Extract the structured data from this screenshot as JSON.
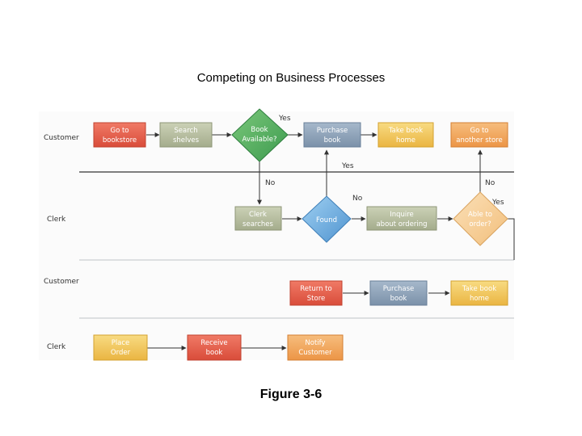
{
  "title": "Competing on Business Processes",
  "caption": "Figure 3-6",
  "colors": {
    "red": "#e8614f",
    "green": "#b6bda0",
    "gray_blue": "#8ea3ba",
    "yellow": "#f2c85c",
    "orange": "#f1a65a",
    "blue": "#6aa9dd",
    "lane_line": "#bfc3c7",
    "divider": "#555555"
  },
  "lanes": {
    "customer_1": "Customer",
    "clerk_1": "Clerk",
    "customer_2": "Customer",
    "clerk_2": "Clerk"
  },
  "nodes": {
    "go_to_bookstore": [
      "Go to",
      "bookstore"
    ],
    "search_shelves": [
      "Search",
      "shelves"
    ],
    "book_available": [
      "Book",
      "Available?"
    ],
    "purchase_book_1": [
      "Purchase",
      "book"
    ],
    "take_book_home_1": [
      "Take book",
      "home"
    ],
    "go_to_another_store": [
      "Go to",
      "another store"
    ],
    "clerk_searches": [
      "Clerk",
      "searches"
    ],
    "found": [
      "Found"
    ],
    "inquire_about_ordering": [
      "Inquire",
      "about ordering"
    ],
    "able_to_order": [
      "Able to",
      "order?"
    ],
    "return_to_store": [
      "Return to",
      "Store"
    ],
    "purchase_book_2": [
      "Purchase",
      "book"
    ],
    "take_book_home_2": [
      "Take book",
      "home"
    ],
    "place_order": [
      "Place",
      "Order"
    ],
    "receive_book": [
      "Receive",
      "book"
    ],
    "notify_customer": [
      "Notify",
      "Customer"
    ]
  },
  "edge_labels": {
    "yes_top": "Yes",
    "yes_mid": "Yes",
    "no_left": "No",
    "no_mid": "No",
    "no_right": "No",
    "yes_right": "Yes"
  }
}
